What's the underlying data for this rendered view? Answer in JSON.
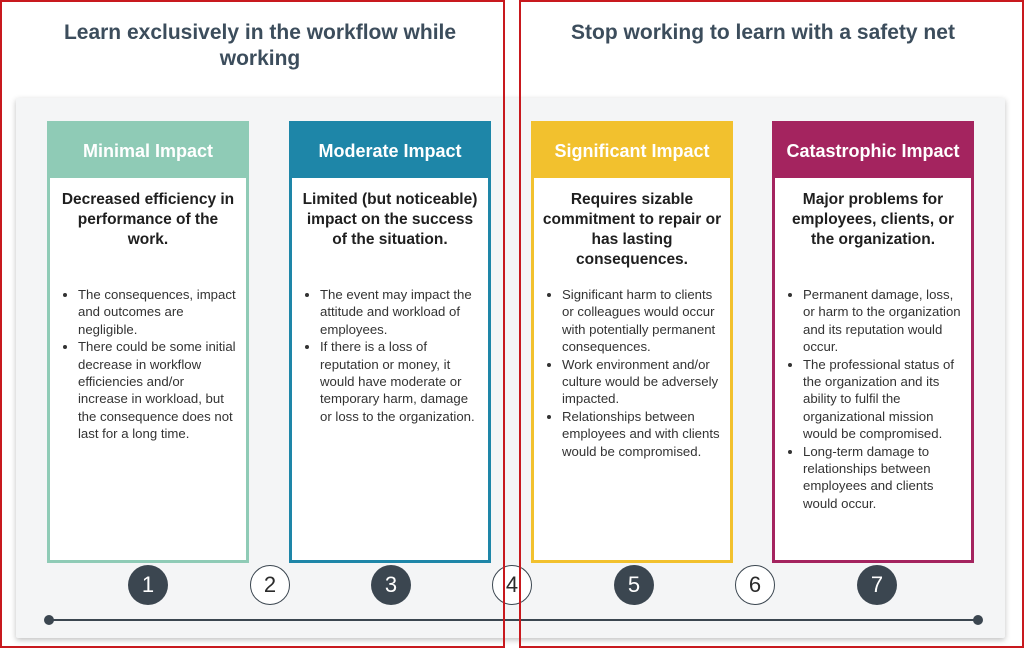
{
  "headings": {
    "left": "Learn exclusively in the workflow while working",
    "right": "Stop working to learn with a safety net"
  },
  "colors": {
    "minimal": "#8fcbb6",
    "moderate": "#1e86a8",
    "significant": "#f2c12e",
    "catastrophic": "#a4245f",
    "frame": "#c8191e"
  },
  "cards": [
    {
      "title": "Minimal Impact",
      "description": "Decreased efficiency in performance of the work.",
      "bullets": [
        "The consequences, impact and outcomes are negligible.",
        "There could be some initial decrease in workflow efficiencies and/or increase in workload, but the consequence does not last for a long time."
      ]
    },
    {
      "title": "Moderate Impact",
      "description": "Limited (but noticeable) impact on the success of the situation.",
      "bullets": [
        "The event may impact the attitude and workload of employees.",
        "If there is a loss of reputation or money, it would have moderate or temporary harm, damage or loss to the organization."
      ]
    },
    {
      "title": "Significant Impact",
      "description": "Requires sizable commitment to repair or has lasting consequences.",
      "bullets": [
        "Significant harm to clients or colleagues would occur with potentially permanent consequences.",
        "Work environment and/or culture would be adversely impacted.",
        "Relationships between employees and with clients would be compromised."
      ]
    },
    {
      "title": "Catastrophic Impact",
      "description": "Major problems for employees, clients, or the organization.",
      "bullets": [
        "Permanent damage, loss, or harm to the organization and its reputation would occur.",
        "The professional status of the organization and its ability to fulfil the organizational mission would be compromised.",
        "Long-term damage to relationships between employees and clients would occur."
      ]
    }
  ],
  "scale": [
    "1",
    "2",
    "3",
    "4",
    "5",
    "6",
    "7"
  ]
}
